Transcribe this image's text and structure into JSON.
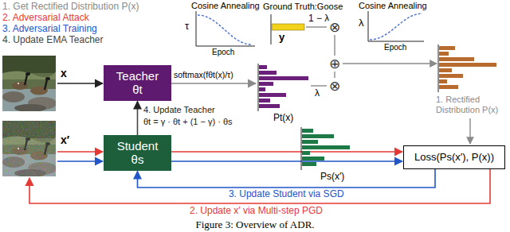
{
  "diagram": {
    "caption": "Figure 3: Overview of ADR.",
    "nodes": [
      {
        "text": [
          "Teacher θt"
        ]
      },
      {
        "text": [
          "Student θs"
        ]
      },
      {
        "text": [
          "Loss(Ps(x′), P(x))"
        ]
      }
    ],
    "edges": [
      {
        "from": 1,
        "to": 0,
        "arrow": "to"
      },
      {
        "from": 1,
        "to": 2,
        "arrow": "to"
      },
      {
        "from": 1,
        "to": 2,
        "arrow": "to"
      },
      {
        "from": 2,
        "to": 1,
        "arrow": "to",
        "label": "3. Update Student via SGD"
      }
    ],
    "labels": [
      "1. Get Rectified Distribution P(x)",
      "2. Adversarial Attack",
      "3. Adversarial Training",
      "4. Update EMA Teacher",
      "x",
      "x′",
      "Cosine Annealing",
      "τ",
      "Epoch",
      "softmax(fθt(x)/τ)",
      "Ground Truth:Goose",
      "y",
      "1 − λ",
      "⊗",
      "⊕",
      "⊗",
      "λ",
      "Pt(x)",
      "Cosine Annealing",
      "λ",
      "Epoch",
      "1. Rectified Distribution P(x)",
      "4. Update Teacher",
      "θt = γ · θt + (1 − γ) · θs",
      "Ps(x′)",
      "2. Update x′ via Multi-step PGD"
    ]
  }
}
